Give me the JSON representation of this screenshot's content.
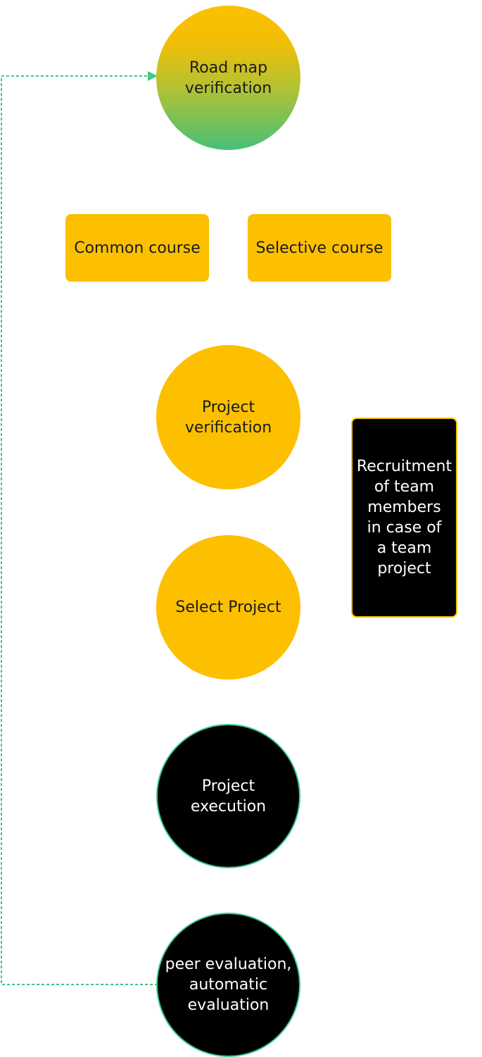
{
  "diagram": {
    "colors": {
      "accent_yellow": "#fcc000",
      "accent_green": "#3ecc8a",
      "dark": "#000000",
      "box_border": "#f2c200"
    },
    "nodes": {
      "roadmap": "Road map\nverification",
      "common_course": "Common course",
      "selective_course": "Selective course",
      "project_verification": "Project\nverification",
      "recruitment": "Recruitment\nof team\nmembers\nin case of\na team\nproject",
      "select_project": "Select Project",
      "project_execution": "Project\nexecution",
      "evaluation": "peer evaluation,\nautomatic\nevaluation"
    },
    "connector": {
      "style": "dashed",
      "from": "evaluation",
      "to": "roadmap",
      "arrow_icon": "arrowhead-icon"
    }
  }
}
